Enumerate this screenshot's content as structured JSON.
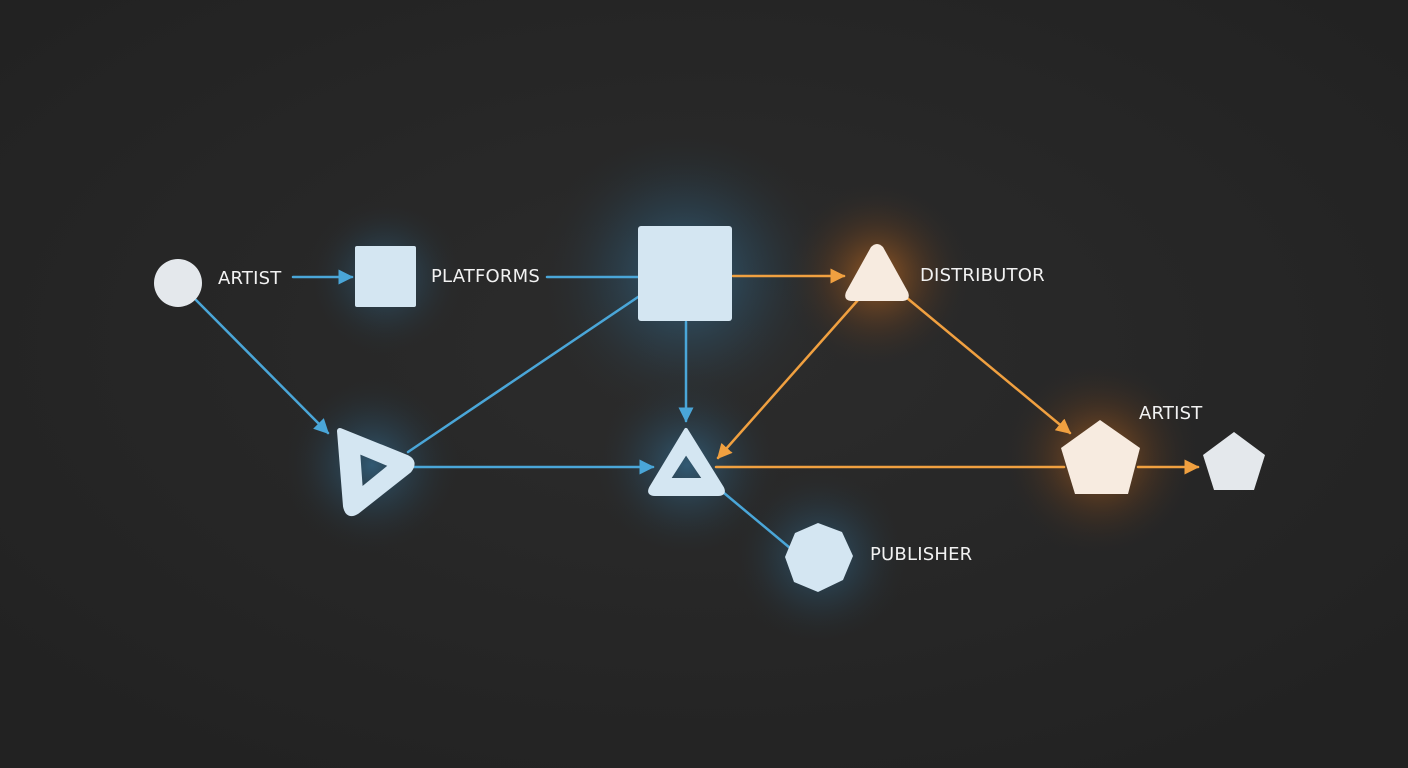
{
  "diagram": {
    "colors": {
      "background": "#272727",
      "blue_edge": "#4aa6d8",
      "orange_edge": "#f0a040",
      "node_blue": "#d4e6f2",
      "node_warm": "#f7ebe0",
      "node_grey": "#e4e8ec",
      "blue_glow": "#3a8bbf",
      "orange_glow": "#e07a20"
    },
    "labels": {
      "artist_left": "ARTIST",
      "platforms": "PLATFORMS",
      "distributor": "DISTRIBUTOR",
      "artist_right": "ARTIST",
      "publisher": "PUBLISHER"
    },
    "nodes": [
      {
        "id": "artist-circle",
        "shape": "circle",
        "label": "ARTIST"
      },
      {
        "id": "platforms-square",
        "shape": "square",
        "label": "PLATFORMS"
      },
      {
        "id": "large-square",
        "shape": "square",
        "label": ""
      },
      {
        "id": "distributor-triangle",
        "shape": "triangle",
        "label": "DISTRIBUTOR"
      },
      {
        "id": "left-outline-triangle",
        "shape": "triangle-outline",
        "label": ""
      },
      {
        "id": "center-outline-triangle",
        "shape": "triangle-outline",
        "label": ""
      },
      {
        "id": "publisher-octagon",
        "shape": "octagon",
        "label": "PUBLISHER"
      },
      {
        "id": "artist-pentagon-warm",
        "shape": "pentagon",
        "label": "ARTIST"
      },
      {
        "id": "artist-pentagon-grey",
        "shape": "pentagon",
        "label": ""
      }
    ],
    "edges": [
      {
        "from": "artist-circle",
        "to": "platforms-square",
        "color": "blue",
        "arrow": true
      },
      {
        "from": "artist-circle",
        "to": "left-outline-triangle",
        "color": "blue",
        "arrow": true
      },
      {
        "from": "platforms-square",
        "to": "large-square",
        "color": "blue",
        "arrow": false
      },
      {
        "from": "left-outline-triangle",
        "to": "large-square",
        "color": "blue",
        "arrow": false
      },
      {
        "from": "left-outline-triangle",
        "to": "center-outline-triangle",
        "color": "blue",
        "arrow": true
      },
      {
        "from": "large-square",
        "to": "center-outline-triangle",
        "color": "blue",
        "arrow": true
      },
      {
        "from": "large-square",
        "to": "distributor-triangle",
        "color": "orange",
        "arrow": true
      },
      {
        "from": "distributor-triangle",
        "to": "center-outline-triangle",
        "color": "orange",
        "arrow": true
      },
      {
        "from": "distributor-triangle",
        "to": "artist-pentagon-warm",
        "color": "orange",
        "arrow": true
      },
      {
        "from": "center-outline-triangle",
        "to": "artist-pentagon-warm",
        "color": "orange",
        "arrow": false
      },
      {
        "from": "center-outline-triangle",
        "to": "publisher-octagon",
        "color": "blue",
        "arrow": false
      },
      {
        "from": "artist-pentagon-warm",
        "to": "artist-pentagon-grey",
        "color": "orange",
        "arrow": true
      }
    ]
  }
}
